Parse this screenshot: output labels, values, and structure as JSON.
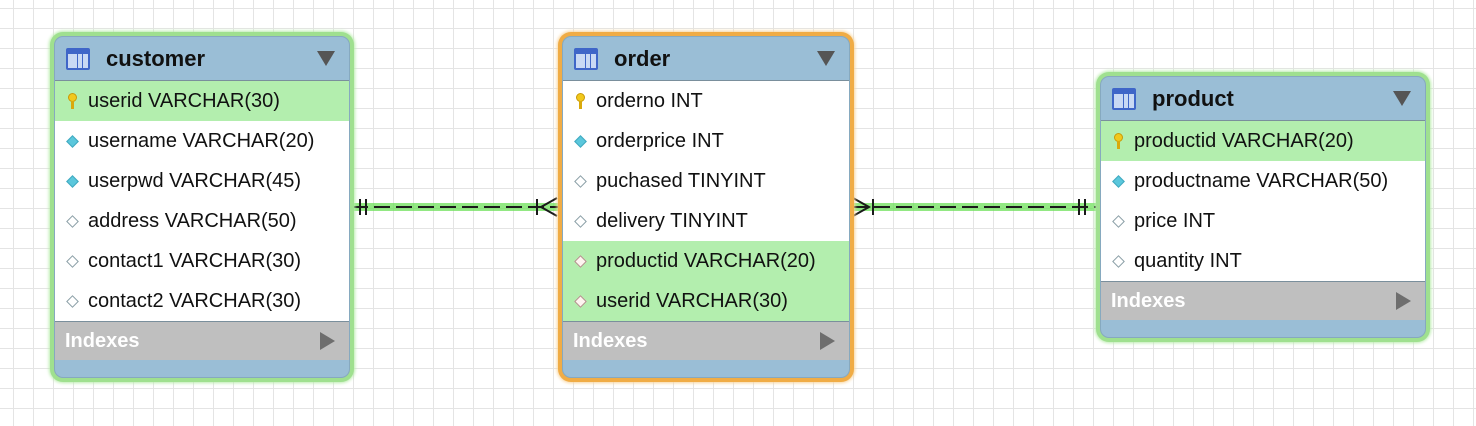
{
  "tables": [
    {
      "id": "customer",
      "title": "customer",
      "highlight": "green",
      "columns": [
        {
          "text": "userid VARCHAR(30)",
          "icon": "primary-key-icon",
          "highlighted": true
        },
        {
          "text": "username VARCHAR(20)",
          "icon": "filled-diamond-icon",
          "highlighted": false
        },
        {
          "text": "userpwd VARCHAR(45)",
          "icon": "filled-diamond-icon",
          "highlighted": false
        },
        {
          "text": "address VARCHAR(50)",
          "icon": "open-diamond-icon",
          "highlighted": false
        },
        {
          "text": "contact1 VARCHAR(30)",
          "icon": "open-diamond-icon",
          "highlighted": false
        },
        {
          "text": "contact2 VARCHAR(30)",
          "icon": "open-diamond-icon",
          "highlighted": false
        }
      ],
      "indexes_label": "Indexes"
    },
    {
      "id": "order",
      "title": "order",
      "highlight": "orange",
      "columns": [
        {
          "text": "orderno INT",
          "icon": "primary-key-icon",
          "highlighted": false
        },
        {
          "text": "orderprice INT",
          "icon": "filled-diamond-icon",
          "highlighted": false
        },
        {
          "text": "puchased TINYINT",
          "icon": "open-diamond-icon",
          "highlighted": false
        },
        {
          "text": "delivery TINYINT",
          "icon": "open-diamond-icon",
          "highlighted": false
        },
        {
          "text": "productid VARCHAR(20)",
          "icon": "foreign-key-diamond-icon",
          "highlighted": true
        },
        {
          "text": "userid VARCHAR(30)",
          "icon": "foreign-key-diamond-icon",
          "highlighted": true
        }
      ],
      "indexes_label": "Indexes"
    },
    {
      "id": "product",
      "title": "product",
      "highlight": "green",
      "columns": [
        {
          "text": "productid VARCHAR(20)",
          "icon": "primary-key-icon",
          "highlighted": true
        },
        {
          "text": "productname VARCHAR(50)",
          "icon": "filled-diamond-icon",
          "highlighted": false
        },
        {
          "text": "price INT",
          "icon": "open-diamond-icon",
          "highlighted": false
        },
        {
          "text": "quantity INT",
          "icon": "open-diamond-icon",
          "highlighted": false
        }
      ],
      "indexes_label": "Indexes"
    }
  ],
  "relationships": [
    {
      "from": "customer",
      "to": "order",
      "from_cardinality": "one-and-only-one",
      "to_cardinality": "one-or-many"
    },
    {
      "from": "order",
      "to": "product",
      "from_cardinality": "one-or-many",
      "to_cardinality": "one-and-only-one"
    }
  ],
  "colors": {
    "selected_outline": "#f0ac45",
    "related_outline": "#9fe08f",
    "header_blue": "#9abed6",
    "highlight_row": "#b3eeae",
    "connector_glow": "#6de05a"
  }
}
